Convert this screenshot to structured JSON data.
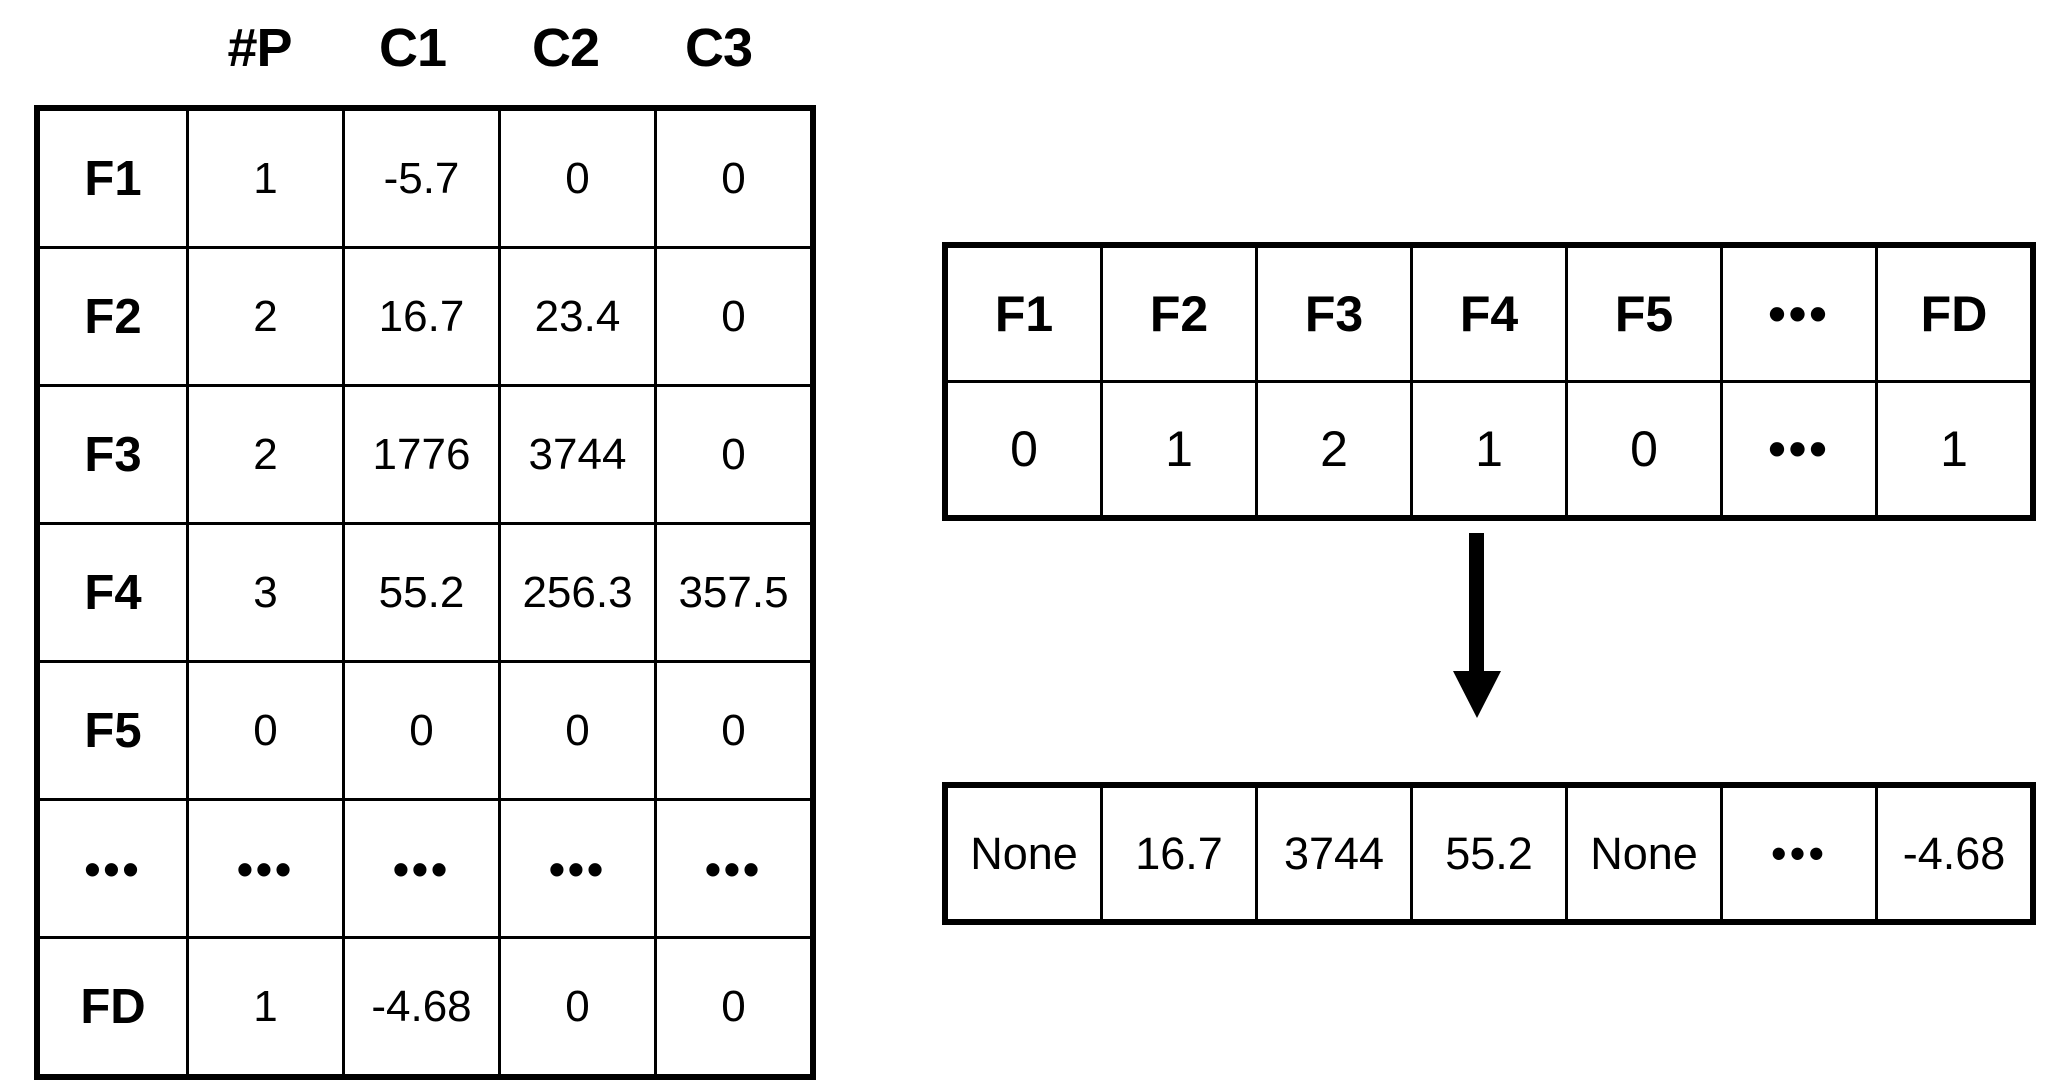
{
  "figure": {
    "type": "table-diagram",
    "background_color": "#ffffff",
    "ink_color": "#000000"
  },
  "left_table": {
    "name": "feature-statistics-table",
    "column_headers": [
      "",
      "#P",
      "C1",
      "C2",
      "C3"
    ],
    "header_labels_visible": [
      "#P",
      "C1",
      "C2",
      "C3"
    ],
    "row_labels": [
      "F1",
      "F2",
      "F3",
      "F4",
      "F5",
      "•••",
      "FD"
    ],
    "rows": [
      {
        "label": "F1",
        "p": "1",
        "c1": "-5.7",
        "c2": "0",
        "c3": "0"
      },
      {
        "label": "F2",
        "p": "2",
        "c1": "16.7",
        "c2": "23.4",
        "c3": "0"
      },
      {
        "label": "F3",
        "p": "2",
        "c1": "1776",
        "c2": "3744",
        "c3": "0"
      },
      {
        "label": "F4",
        "p": "3",
        "c1": "55.2",
        "c2": "256.3",
        "c3": "357.5"
      },
      {
        "label": "F5",
        "p": "0",
        "c1": "0",
        "c2": "0",
        "c3": "0"
      },
      {
        "label": "•••",
        "p": "•••",
        "c1": "•••",
        "c2": "•••",
        "c3": "•••"
      },
      {
        "label": "FD",
        "p": "1",
        "c1": "-4.68",
        "c2": "0",
        "c3": "0"
      }
    ]
  },
  "right_top_table": {
    "name": "feature-index-vector",
    "header_cells": [
      "F1",
      "F2",
      "F3",
      "F4",
      "F5",
      "•••",
      "FD"
    ],
    "value_cells": [
      "0",
      "1",
      "2",
      "1",
      "0",
      "•••",
      "1"
    ]
  },
  "arrow": {
    "name": "downward-arrow",
    "direction": "down",
    "glyph": "arrow-down-icon"
  },
  "right_bottom_table": {
    "name": "selected-value-vector",
    "cells": [
      "None",
      "16.7",
      "3744",
      "55.2",
      "None",
      "•••",
      "-4.68"
    ]
  }
}
